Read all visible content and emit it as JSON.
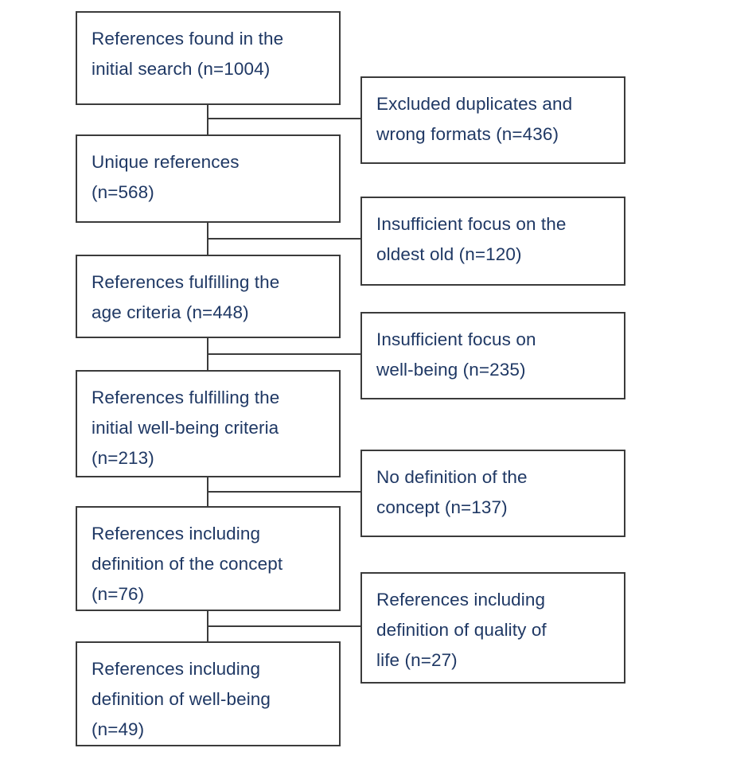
{
  "diagram": {
    "title": "Reference selection flow diagram",
    "type": "flowchart",
    "orientation": "top-to-bottom with right-side exclusion branches",
    "text_color": "#1f3864",
    "border_color": "#3b3b3b",
    "background_color": "#ffffff",
    "main_boxes": [
      {
        "id": "found",
        "label": "References found in the\ninitial search (n=1004)",
        "count": 1004
      },
      {
        "id": "unique",
        "label": "Unique references\n(n=568)",
        "count": 568
      },
      {
        "id": "age-criteria",
        "label": "References fulfilling the\nage criteria (n=448)",
        "count": 448
      },
      {
        "id": "wellbeing-criteria",
        "label": "References fulfilling the\ninitial well-being criteria\n(n=213)",
        "count": 213
      },
      {
        "id": "definition-concept",
        "label": "References including\ndefinition of the concept\n(n=76)",
        "count": 76
      },
      {
        "id": "definition-wellbeing",
        "label": "References including\ndefinition of well-being\n(n=49)",
        "count": 49
      }
    ],
    "side_boxes": [
      {
        "id": "excluded-duplicates",
        "label": "Excluded duplicates and\nwrong formats (n=436)",
        "count": 436
      },
      {
        "id": "insufficient-oldest-old",
        "label": "Insufficient focus on the\noldest old (n=120)",
        "count": 120
      },
      {
        "id": "insufficient-wellbeing",
        "label": "Insufficient focus on\nwell-being (n=235)",
        "count": 235
      },
      {
        "id": "no-definition",
        "label": "No definition of the\nconcept (n=137)",
        "count": 137
      },
      {
        "id": "definition-quality-of-life",
        "label": "References including\ndefinition of quality of\nlife (n=27)",
        "count": 27
      }
    ]
  }
}
